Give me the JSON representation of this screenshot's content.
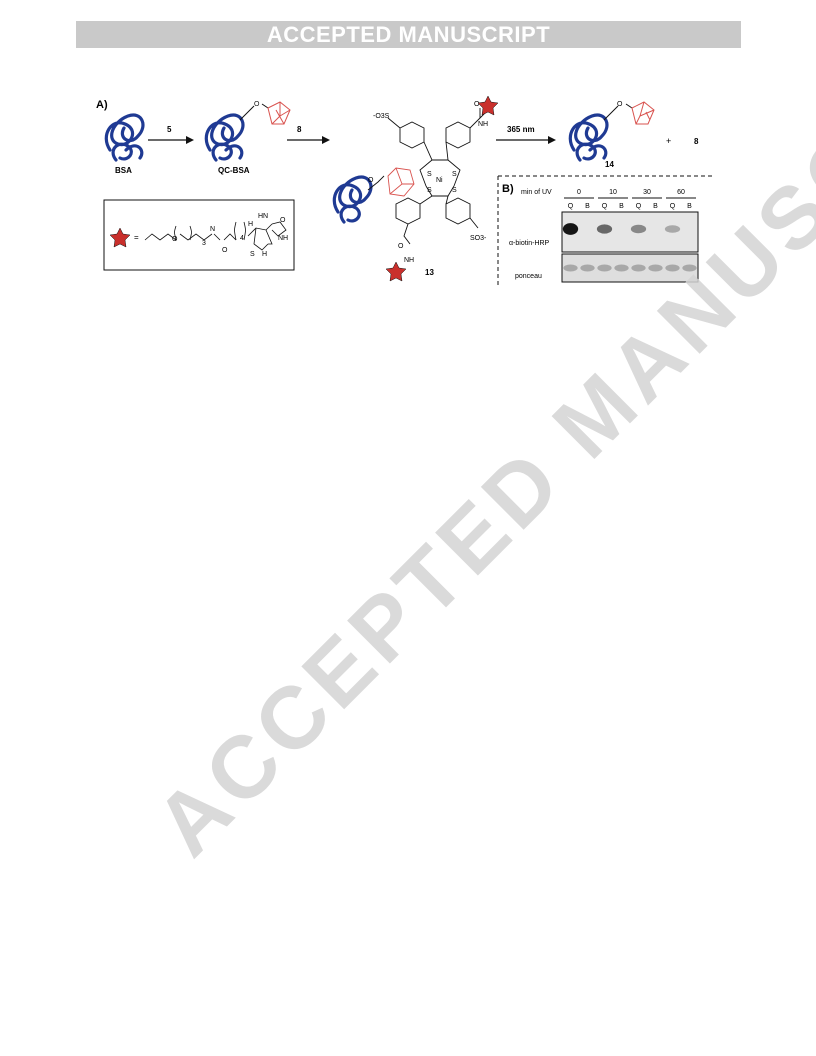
{
  "header": {
    "banner": "ACCEPTED MANUSCRIPT"
  },
  "watermark": {
    "text": "ACCEPTED MANUSCRIPT"
  },
  "figure": {
    "panel_a": {
      "label": "A)",
      "bsa_label": "BSA",
      "qcbsa_label": "QC-BSA",
      "arrow1_reagent": "5",
      "arrow2_reagent": "8",
      "arrow3_reagent": "365 nm",
      "compound13_label": "13",
      "compound14_label": "14",
      "plus": "+",
      "product8": "8",
      "so3_top": "-O3S",
      "so3_bottom": "SO3-",
      "ni": "Ni",
      "s": "S",
      "nh": "NH",
      "o": "O",
      "legend_equals": "=",
      "legend_sub3": "3",
      "legend_sub4": "4",
      "legend_h": "H",
      "legend_hn": "HN",
      "legend_nh": "NH",
      "legend_s": "S",
      "legend_o": "O",
      "legend_n": "N"
    },
    "panel_b": {
      "label": "B)",
      "row_label_min": "min of UV",
      "timepoints": [
        "0",
        "10",
        "30",
        "60"
      ],
      "lanes": [
        "Q",
        "B",
        "Q",
        "B",
        "Q",
        "B",
        "Q",
        "B"
      ],
      "blot_label": "α-biotin-HRP",
      "loading_label": "ponceau",
      "band_intensity_q": [
        0.95,
        0.55,
        0.4,
        0.25
      ]
    }
  },
  "colors": {
    "protein": "#1f3a93",
    "norbornadiene": "#d9534f",
    "star": "#c9302c",
    "banner": "#c9c9c9"
  }
}
